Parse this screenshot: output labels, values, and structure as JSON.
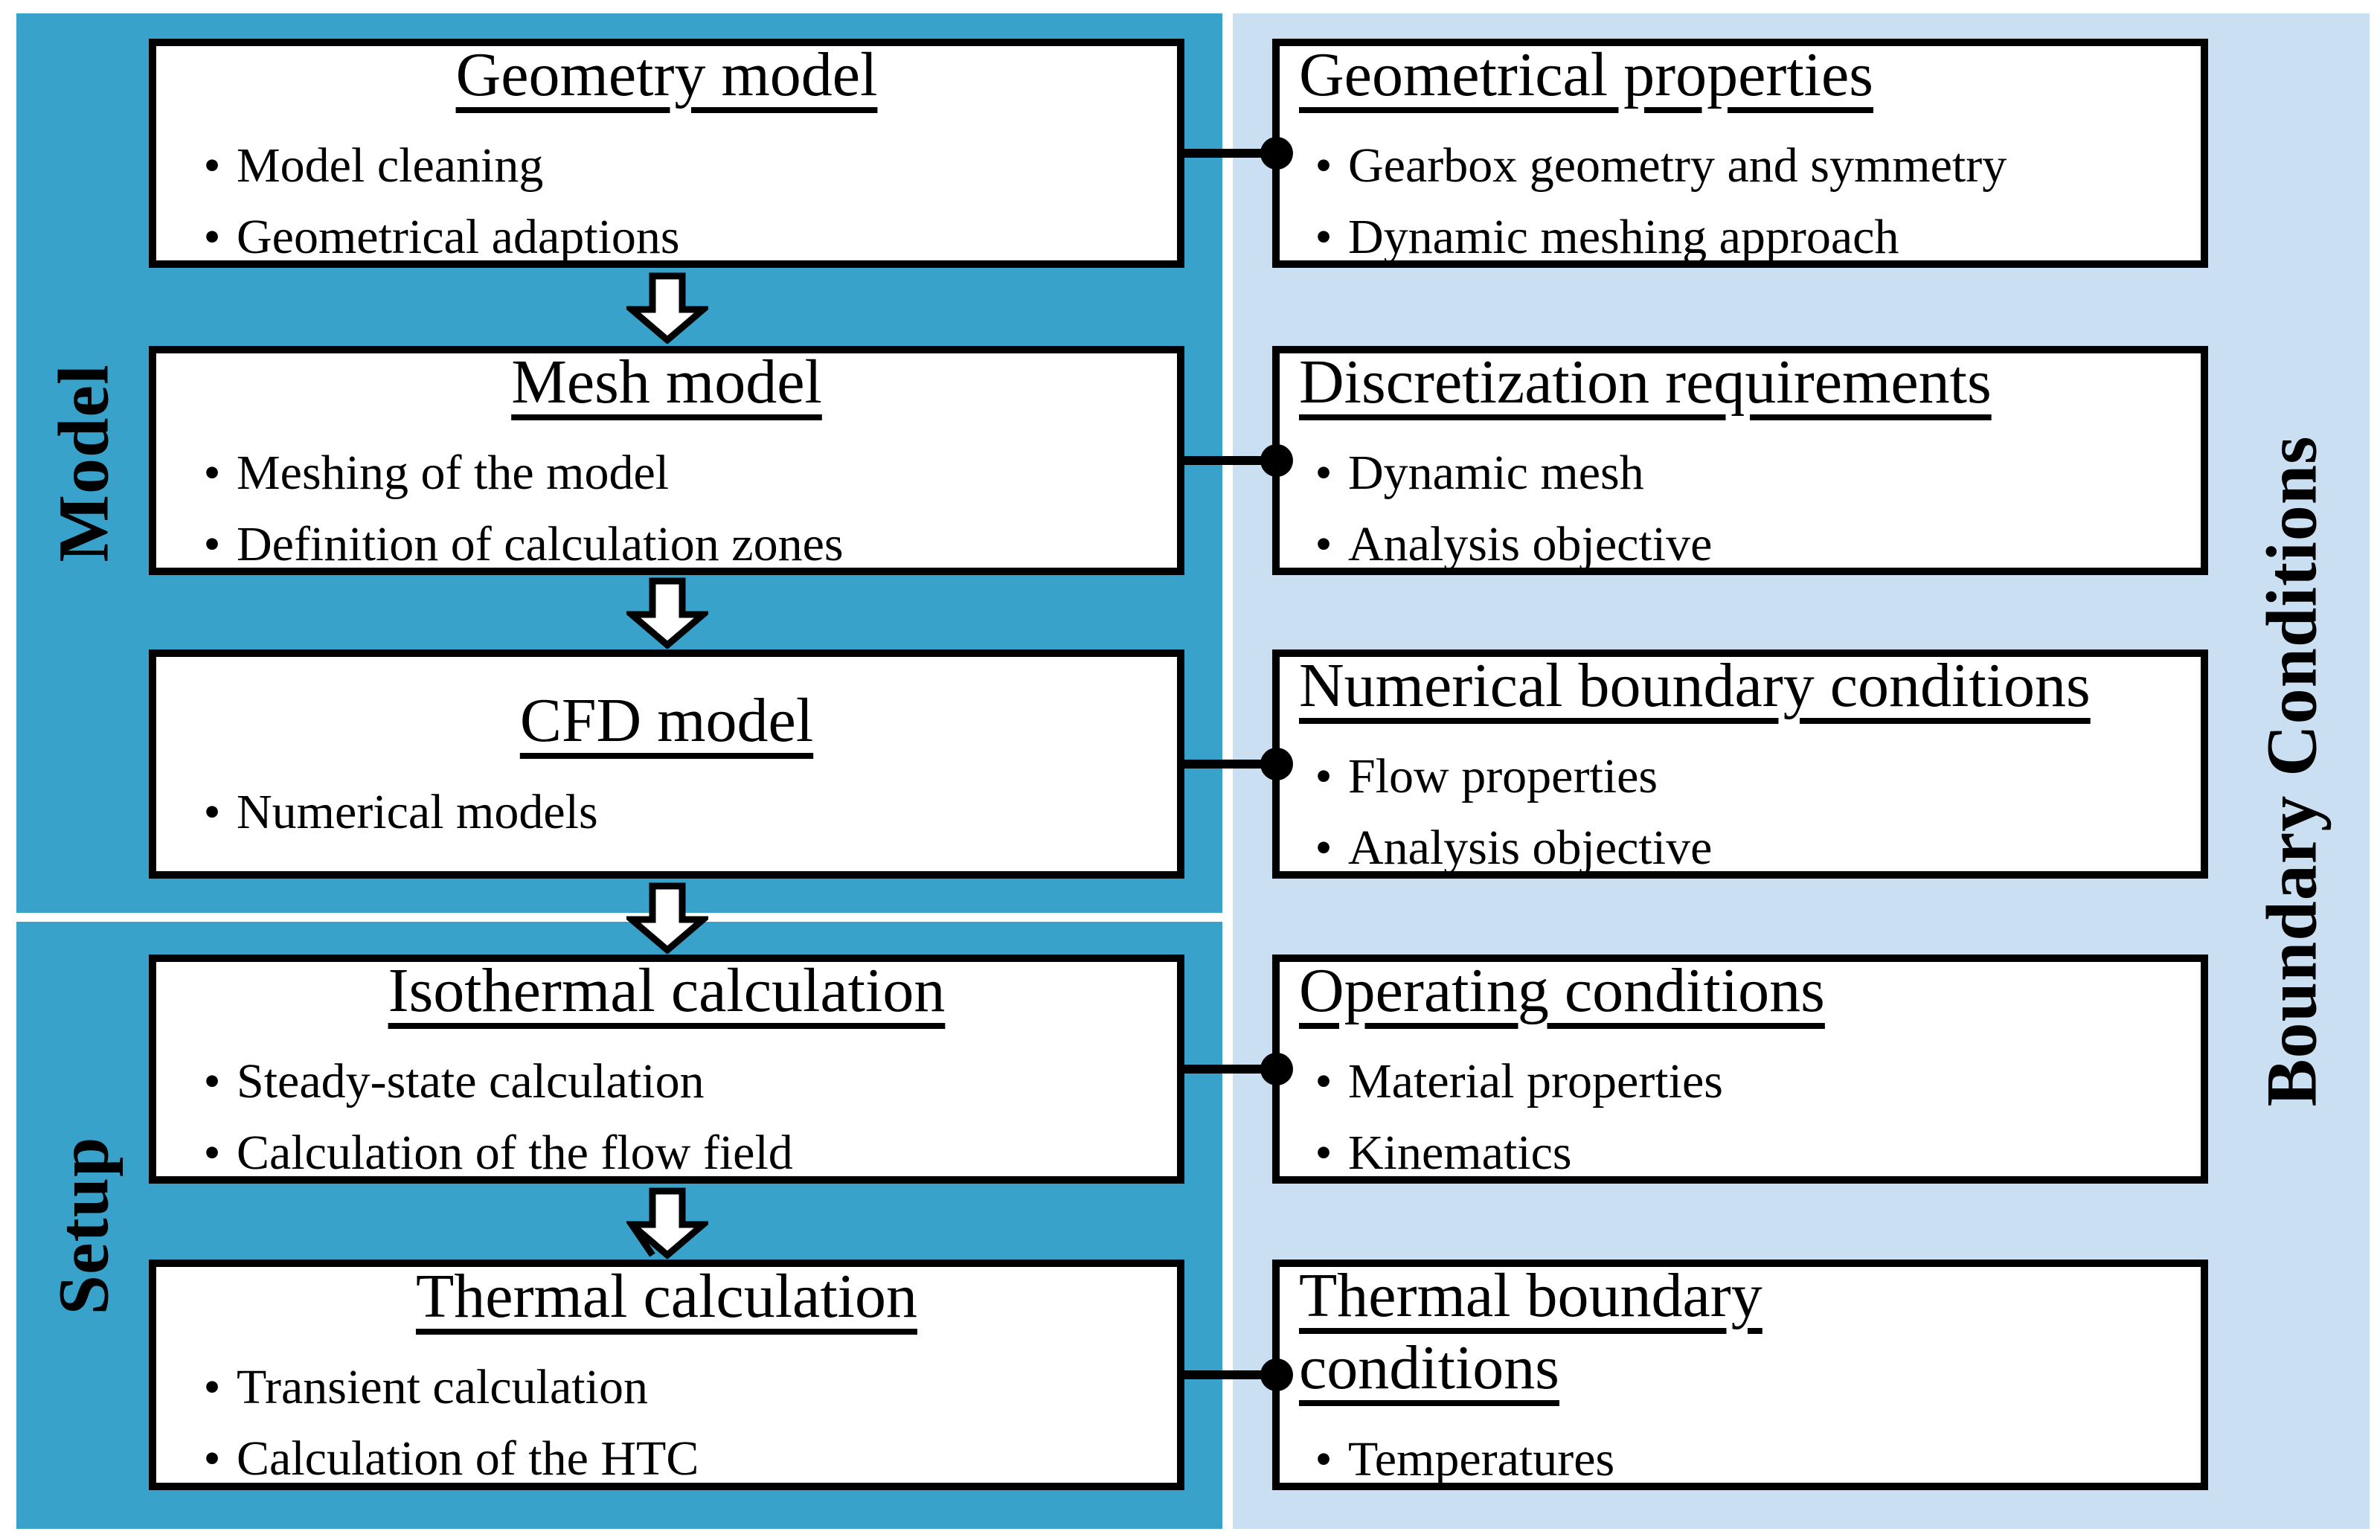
{
  "colors": {
    "dark_panel": "#39a2cb",
    "light_panel": "#cadff1",
    "box_background": "#ffffff",
    "border_and_text": "#000000"
  },
  "ui": {
    "bullet_char": "•"
  },
  "left_sections": [
    {
      "label": "Model"
    },
    {
      "label": "Setup"
    }
  ],
  "right_section": {
    "label": "Boundary Conditions"
  },
  "rows": [
    {
      "left": {
        "title": "Geometry model",
        "bullets": [
          "Model cleaning",
          "Geometrical adaptions"
        ]
      },
      "right": {
        "title": "Geometrical properties",
        "bullets": [
          "Gearbox geometry and symmetry",
          "Dynamic meshing approach"
        ]
      }
    },
    {
      "left": {
        "title": "Mesh model",
        "bullets": [
          "Meshing of the model",
          "Definition of calculation zones"
        ]
      },
      "right": {
        "title": "Discretization requirements",
        "bullets": [
          "Dynamic mesh",
          "Analysis objective"
        ]
      }
    },
    {
      "left": {
        "title": "CFD model",
        "bullets": [
          "Numerical models"
        ]
      },
      "right": {
        "title": "Numerical boundary conditions",
        "bullets": [
          "Flow properties",
          "Analysis objective"
        ]
      }
    },
    {
      "left": {
        "title": "Isothermal calculation",
        "bullets": [
          "Steady-state calculation",
          "Calculation of the flow field"
        ]
      },
      "right": {
        "title": "Operating conditions",
        "bullets": [
          "Material properties",
          "Kinematics"
        ]
      }
    },
    {
      "left": {
        "title": "Thermal calculation",
        "bullets": [
          "Transient calculation",
          "Calculation of the HTC"
        ]
      },
      "right": {
        "title": "Thermal boundary conditions",
        "bullets": [
          "Temperatures"
        ]
      }
    }
  ]
}
